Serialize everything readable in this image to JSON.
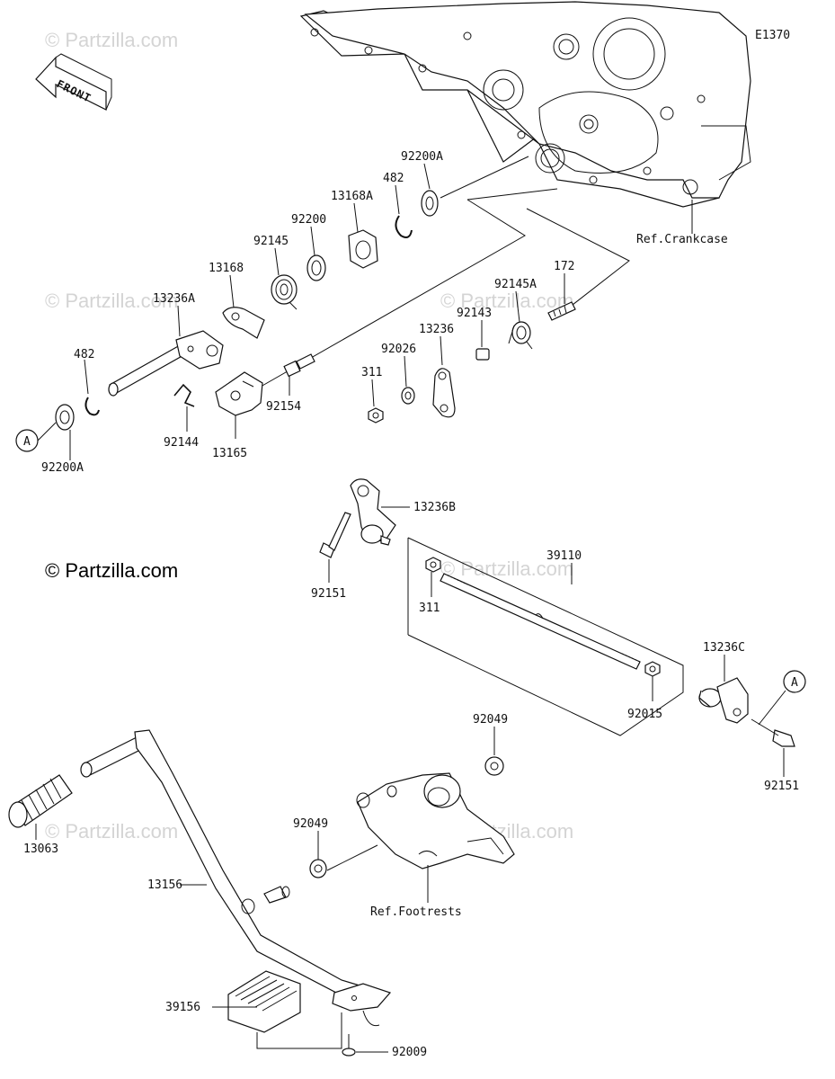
{
  "diagram_code": "E1370",
  "copyright": "© Partzilla.com",
  "watermark": "© Partzilla.com",
  "front_label": "FRONT",
  "callout_a": "A",
  "refs": {
    "crankcase": "Ref.Crankcase",
    "footrests": "Ref.Footrests"
  },
  "parts": [
    "92200A",
    "482",
    "13168A",
    "92200",
    "92145",
    "13168",
    "13236A",
    "482",
    "92200A",
    "92144",
    "13165",
    "92154",
    "172",
    "92145A",
    "92143",
    "13236",
    "92026",
    "311",
    "13236B",
    "92151",
    "39110",
    "311",
    "13236C",
    "92015",
    "92151",
    "92049",
    "92049",
    "13063",
    "13156",
    "39156",
    "92009"
  ]
}
